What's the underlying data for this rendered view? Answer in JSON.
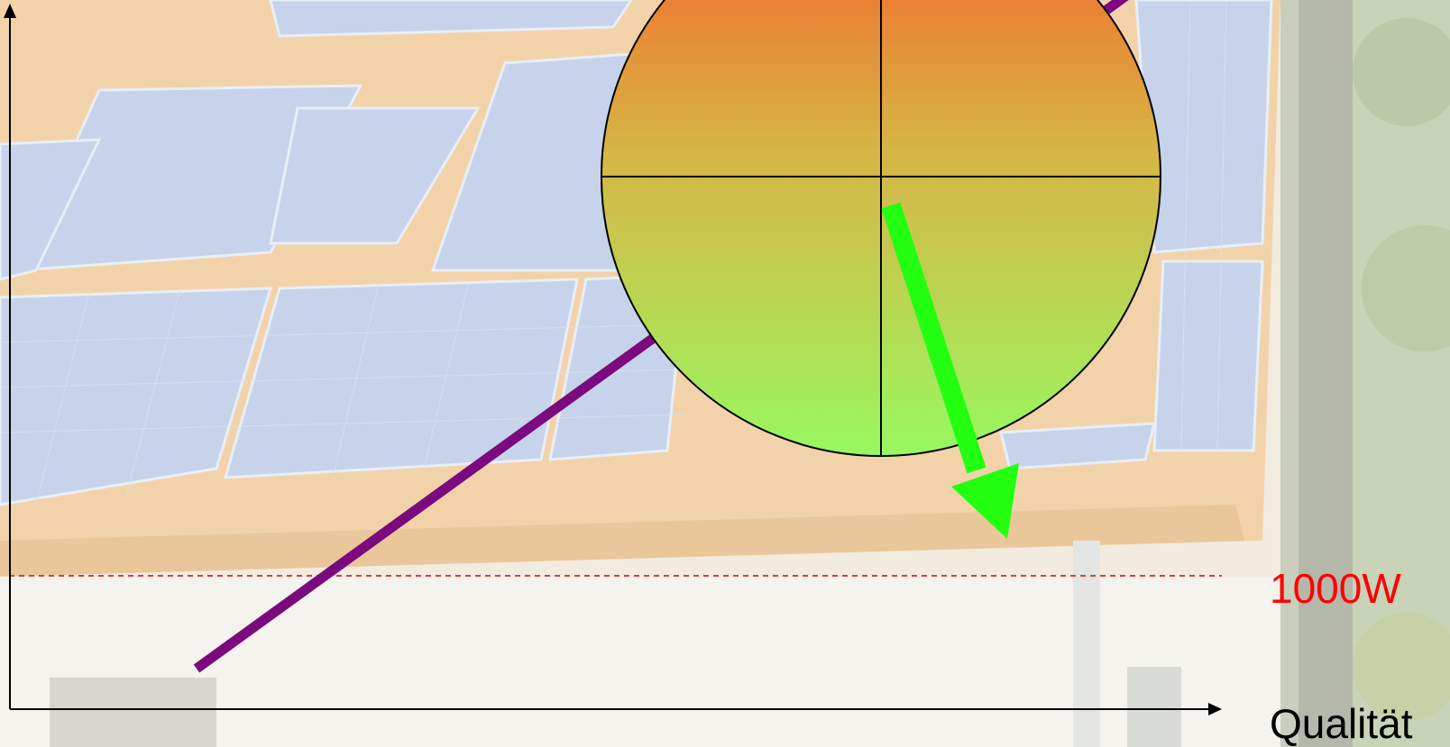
{
  "labels": {
    "threshold": "1000W",
    "x_axis": "Qualität"
  },
  "colors": {
    "threshold_line": "#e8383d",
    "threshold_text": "#ff0000",
    "purple_line": "#7a0a7e",
    "green_arrow": "#22ff10",
    "circle_top": "#f85d26",
    "circle_mid": "#cdc44a",
    "circle_bottom": "#98f860",
    "axis": "#000000"
  },
  "background": {
    "description_icon": "solar-roof-photo"
  }
}
